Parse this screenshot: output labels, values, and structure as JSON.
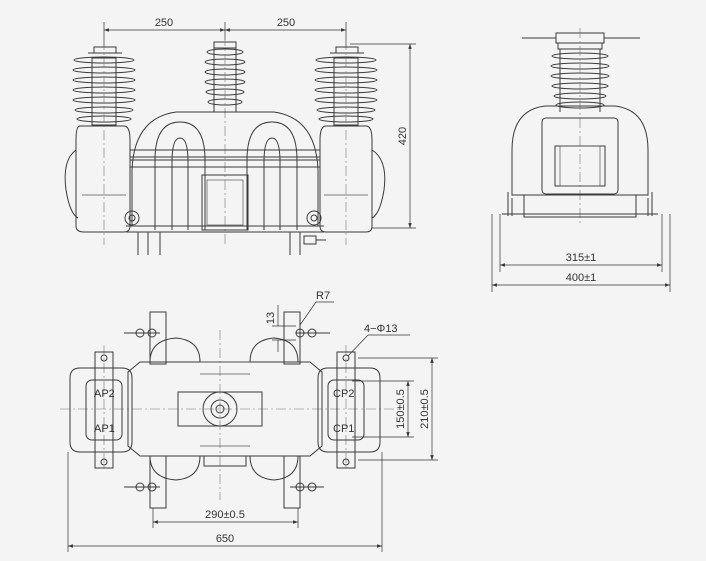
{
  "front_view": {
    "dim_left_span": "250",
    "dim_right_span": "250",
    "dim_height": "420"
  },
  "side_view": {
    "dim_mount_spacing": "315±1",
    "dim_base_width": "400±1"
  },
  "top_view": {
    "dim_radius": "R7",
    "dim_offset": "13",
    "dim_holes": "4−Φ13",
    "dim_inner_pitch": "150±0.5",
    "dim_outer_pitch": "210±0.5",
    "dim_hole_spacing": "290±0.5",
    "dim_overall_length": "650",
    "terminal_ap2": "AP2",
    "terminal_ap1": "AP1",
    "terminal_cp2": "CP2",
    "terminal_cp1": "CP1"
  }
}
